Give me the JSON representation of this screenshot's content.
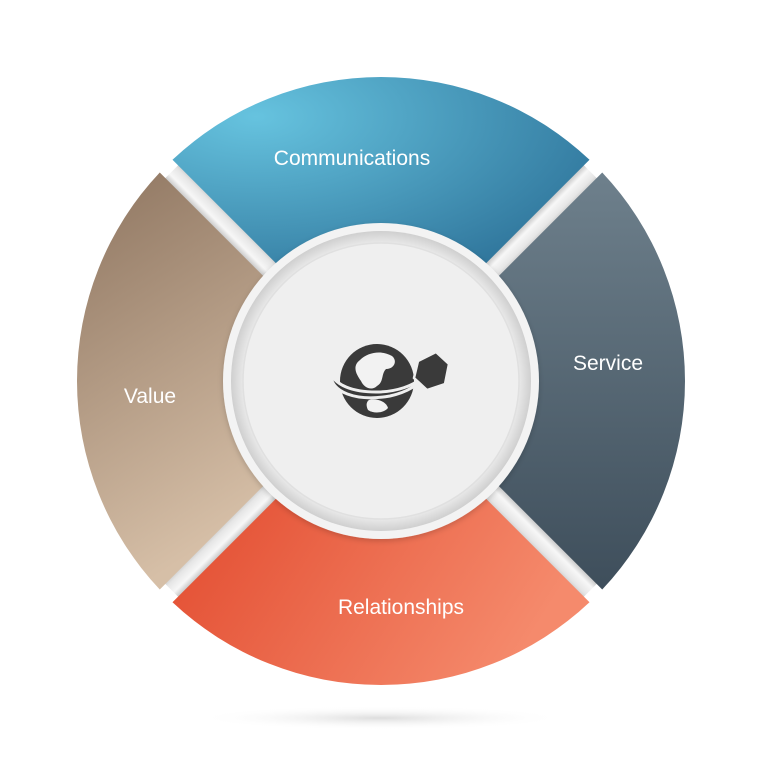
{
  "diagram": {
    "segments": [
      {
        "id": "communications",
        "label": "Communications",
        "color_start": "#66c3df",
        "color_end": "#2b6f96"
      },
      {
        "id": "service",
        "label": "Service",
        "color_start": "#6e808c",
        "color_end": "#3e4e5b"
      },
      {
        "id": "relationships",
        "label": "Relationships",
        "color_start": "#e24a2e",
        "color_end": "#f58a6c"
      },
      {
        "id": "value",
        "label": "Value",
        "color_start": "#8e7560",
        "color_end": "#d6bfa7"
      }
    ],
    "center": {
      "icon": "globe-satellite-icon",
      "icon_color": "#3a3a3a"
    },
    "colors": {
      "divider_light": "#f4f4f4",
      "divider_dark": "#a8a8a8",
      "hub_fill": "#efefef",
      "hub_ring": "#e2e2e2"
    }
  }
}
